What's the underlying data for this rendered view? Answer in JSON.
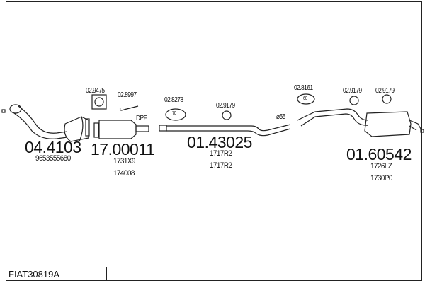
{
  "diagram_code": "FIAT30819A",
  "parts": [
    {
      "number": "04.4103",
      "refs": [
        "9653555680"
      ]
    },
    {
      "number": "17.00011",
      "refs": [
        "1731X9",
        "174008"
      ],
      "label": "DPF"
    },
    {
      "number": "01.43025",
      "refs": [
        "1717R2",
        "1717R2"
      ]
    },
    {
      "number": "01.60542",
      "refs": [
        "1726LZ",
        "1730P0"
      ]
    }
  ],
  "accessories": [
    "02.9475",
    "02.8997",
    "02.8278",
    "02.9179",
    "02.8161",
    "02.9179",
    "02.9179"
  ],
  "diameter_label": "⌀55",
  "clamp_sizes": [
    "70",
    "60"
  ]
}
